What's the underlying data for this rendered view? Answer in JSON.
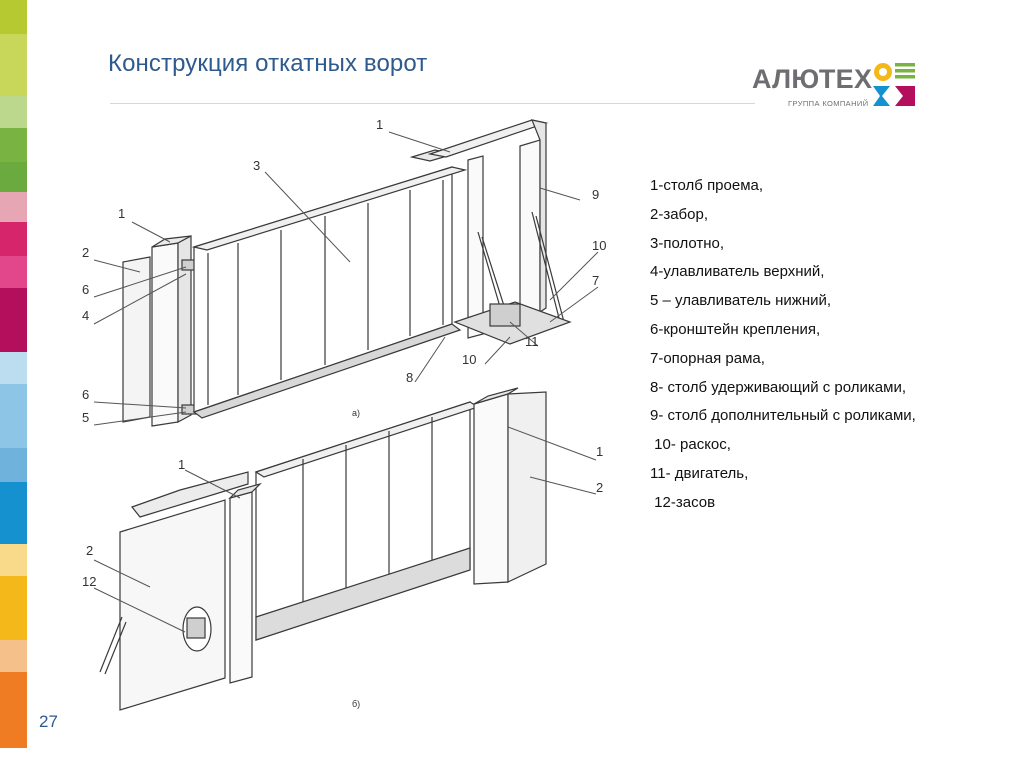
{
  "slide": {
    "title": "Конструкция откатных ворот",
    "page_number": "27"
  },
  "logo": {
    "name": "АЛЮТЕХ",
    "subtitle": "ГРУППА КОМПАНИЙ"
  },
  "legend": [
    "1-столб проема,",
    "2-забор,",
    "3-полотно,",
    "4-улавливатель верхний,",
    "5 – улавливатель нижний,",
    "6-кронштейн крепления,",
    "7-опорная рама,",
    "8- столб удерживающий с роликами,",
    "9- столб дополнительный с роликами,",
    " 10- раскос,",
    "11- двигатель,",
    " 12-засов"
  ],
  "diagram": {
    "callouts_top": [
      "1",
      "3",
      "1",
      "2",
      "6",
      "4",
      "6",
      "5",
      "8",
      "10",
      "11",
      "9",
      "10",
      "7"
    ],
    "callouts_bottom": [
      "1",
      "2",
      "1",
      "2",
      "12"
    ],
    "view_labels": [
      "а)",
      "б)"
    ]
  },
  "side_strip_colors": [
    "#b6c931",
    "#c8d75a",
    "#bcd88c",
    "#79b341",
    "#6aaa3f",
    "#e7a6b4",
    "#d7256b",
    "#e2478b",
    "#b40f5c",
    "#bcdcf0",
    "#8dc5e7",
    "#6fb3dd",
    "#1591cf",
    "#f9d98a",
    "#f5b81b",
    "#f6c08a",
    "#ef7b23"
  ]
}
